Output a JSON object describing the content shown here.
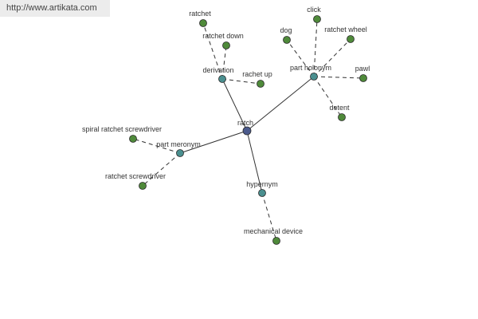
{
  "url_text": "http://www.artikata.com",
  "colors": {
    "root": "#4b5a8c",
    "relation": "#4a8f8f",
    "leaf": "#4f8a3a"
  },
  "graph": {
    "root": {
      "id": "ratch",
      "label": "ratch"
    },
    "relations": [
      {
        "id": "derivation",
        "label": "derivation"
      },
      {
        "id": "part_holonym",
        "label": "part holonym"
      },
      {
        "id": "part_meronym",
        "label": "part meronym"
      },
      {
        "id": "hypernym",
        "label": "hypernym"
      }
    ],
    "leaves": [
      {
        "id": "ratchet",
        "label": "ratchet",
        "parent": "derivation"
      },
      {
        "id": "ratchet_down",
        "label": "ratchet down",
        "parent": "derivation"
      },
      {
        "id": "rachet_up",
        "label": "rachet up",
        "parent": "derivation"
      },
      {
        "id": "click",
        "label": "click",
        "parent": "part_holonym"
      },
      {
        "id": "dog",
        "label": "dog",
        "parent": "part_holonym"
      },
      {
        "id": "ratchet_wheel",
        "label": "ratchet wheel",
        "parent": "part_holonym"
      },
      {
        "id": "pawl",
        "label": "pawl",
        "parent": "part_holonym"
      },
      {
        "id": "detent",
        "label": "detent",
        "parent": "part_holonym"
      },
      {
        "id": "spiral_ratchet_screwdriver",
        "label": "spiral ratchet screwdriver",
        "parent": "part_meronym"
      },
      {
        "id": "ratchet_screwdriver",
        "label": "ratchet screwdriver",
        "parent": "part_meronym"
      },
      {
        "id": "mechanical_device",
        "label": "mechanical device",
        "parent": "hypernym"
      }
    ]
  }
}
